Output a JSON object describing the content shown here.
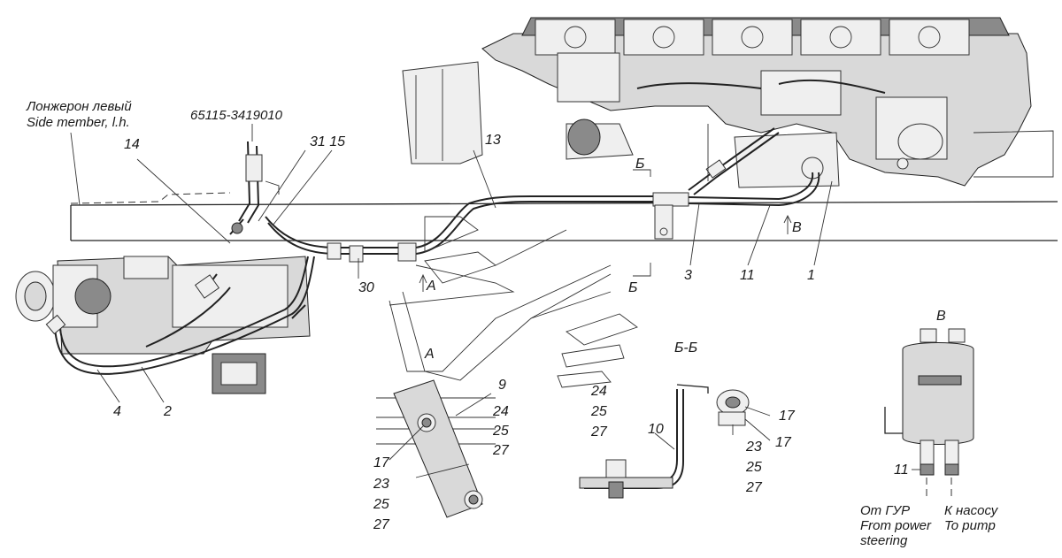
{
  "notes": {
    "side_member_ru": "Лонжерон левый",
    "side_member_en": "Side member, l.h.",
    "part_number": "65115-3419010",
    "from_gur_ru": "От ГУР",
    "from_power_en": "From power",
    "steering_en": "steering",
    "to_pump_ru": "К насосу",
    "to_pump_en": "To pump"
  },
  "sections": {
    "a_mark": "А",
    "bb_mark": "Б",
    "bb_title": "Б-Б",
    "v_mark": "В"
  },
  "callouts": {
    "c1": "1",
    "c2": "2",
    "c3": "3",
    "c4": "4",
    "c9": "9",
    "c10": "10",
    "c11": "11",
    "c13": "13",
    "c14": "14",
    "c17": "17",
    "c23": "23",
    "c24": "24",
    "c25": "25",
    "c27": "27",
    "c30": "30",
    "c31_15": "31 15"
  }
}
